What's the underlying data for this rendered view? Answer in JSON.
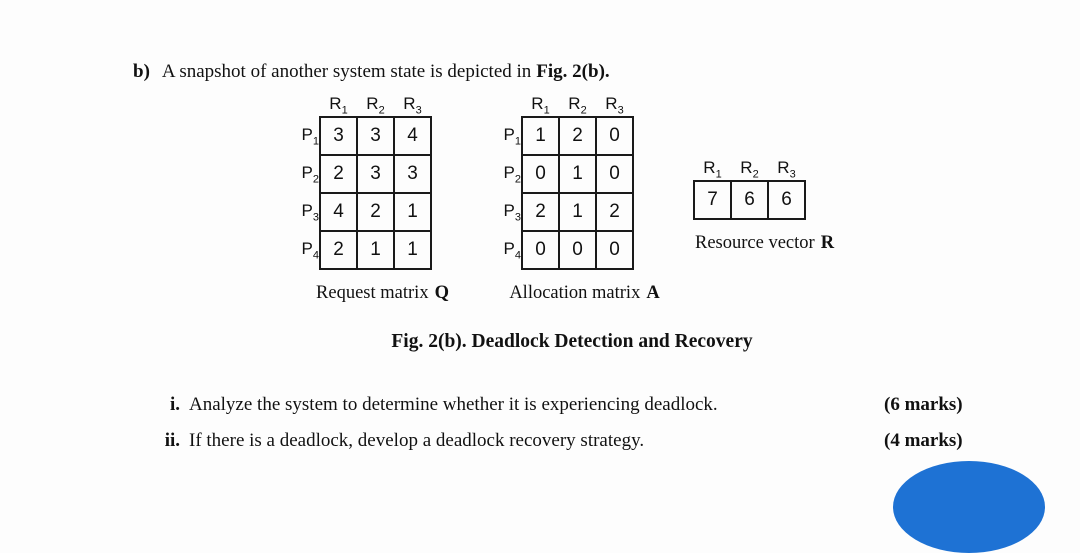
{
  "intro": {
    "prefix": "b)",
    "text": "A snapshot of another system state is depicted in",
    "fig_ref": "Fig. 2(b)."
  },
  "request_matrix": {
    "col_headers": [
      {
        "base": "R",
        "sub": "1"
      },
      {
        "base": "R",
        "sub": "2"
      },
      {
        "base": "R",
        "sub": "3"
      }
    ],
    "row_headers": [
      {
        "base": "P",
        "sub": "1"
      },
      {
        "base": "P",
        "sub": "2"
      },
      {
        "base": "P",
        "sub": "3"
      },
      {
        "base": "P",
        "sub": "4"
      }
    ],
    "rows": [
      [
        "3",
        "3",
        "4"
      ],
      [
        "2",
        "3",
        "3"
      ],
      [
        "4",
        "2",
        "1"
      ],
      [
        "2",
        "1",
        "1"
      ]
    ],
    "caption_text": "Request matrix",
    "caption_bold": "Q"
  },
  "allocation_matrix": {
    "col_headers": [
      {
        "base": "R",
        "sub": "1"
      },
      {
        "base": "R",
        "sub": "2"
      },
      {
        "base": "R",
        "sub": "3"
      }
    ],
    "row_headers": [
      {
        "base": "P",
        "sub": "1"
      },
      {
        "base": "P",
        "sub": "2"
      },
      {
        "base": "P",
        "sub": "3"
      },
      {
        "base": "P",
        "sub": "4"
      }
    ],
    "rows": [
      [
        "1",
        "2",
        "0"
      ],
      [
        "0",
        "1",
        "0"
      ],
      [
        "2",
        "1",
        "2"
      ],
      [
        "0",
        "0",
        "0"
      ]
    ],
    "caption_text": "Allocation matrix",
    "caption_bold": "A"
  },
  "resource_vector": {
    "col_headers": [
      {
        "base": "R",
        "sub": "1"
      },
      {
        "base": "R",
        "sub": "2"
      },
      {
        "base": "R",
        "sub": "3"
      }
    ],
    "values": [
      "7",
      "6",
      "6"
    ],
    "caption_text": "Resource vector",
    "caption_bold": "R"
  },
  "figure_caption": "Fig. 2(b). Deadlock Detection and Recovery",
  "items": [
    {
      "num": "i.",
      "text": "Analyze the system to determine whether it is experiencing deadlock.",
      "marks": "(6 marks)"
    },
    {
      "num": "ii.",
      "text": "If there is a deadlock, develop a deadlock recovery strategy.",
      "marks": "(4 marks)"
    }
  ],
  "colors": {
    "ellipse_blue": "#1e72d4"
  }
}
